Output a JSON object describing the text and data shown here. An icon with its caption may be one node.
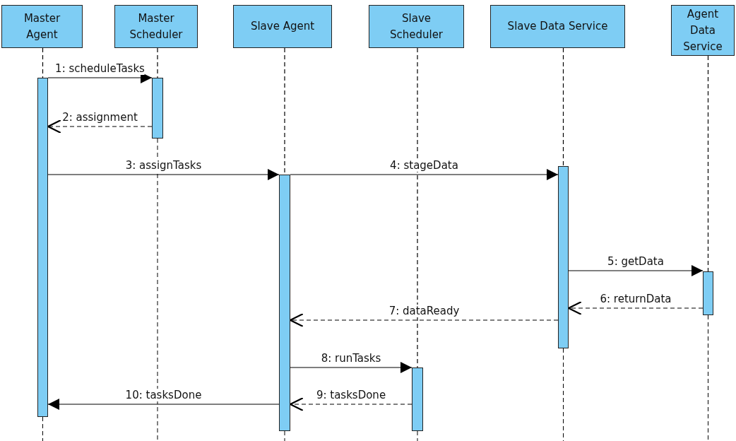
{
  "diagram": {
    "nodes": [
      {
        "text": [
          "Master Agent"
        ]
      },
      {
        "text": [
          "Master Scheduler"
        ]
      },
      {
        "text": [
          "Slave Agent"
        ]
      },
      {
        "text": [
          "Slave Scheduler"
        ]
      },
      {
        "text": [
          "Slave Data Service"
        ]
      },
      {
        "text": [
          "Agent Data Service"
        ]
      },
      {
        "text": [],
        "shape": "bar"
      },
      {
        "text": [],
        "shape": "bar"
      },
      {
        "text": [],
        "shape": "bar"
      },
      {
        "text": [],
        "shape": "bar"
      },
      {
        "text": [],
        "shape": "bar"
      },
      {
        "text": [],
        "shape": "bar"
      }
    ],
    "edges": [
      {
        "from": 6,
        "to": 7,
        "arrow": "to",
        "label": "1: scheduleTasks"
      },
      {
        "from": 7,
        "to": 6,
        "arrow": "to",
        "label": "2: assignment",
        "style": "dashed"
      },
      {
        "from": 6,
        "to": 8,
        "arrow": "to",
        "label": "3: assignTasks"
      },
      {
        "from": 8,
        "to": 10,
        "arrow": "to",
        "label": "4: stageData"
      },
      {
        "from": 10,
        "to": 11,
        "arrow": "to",
        "label": "5: getData"
      },
      {
        "from": 11,
        "to": 10,
        "arrow": "to",
        "label": "6: returnData",
        "style": "dashed"
      },
      {
        "from": 10,
        "to": 8,
        "arrow": "to",
        "label": "7: dataReady",
        "style": "dashed"
      },
      {
        "from": 8,
        "to": 9,
        "arrow": "to",
        "label": "8: runTasks"
      },
      {
        "from": 9,
        "to": 8,
        "arrow": "to",
        "label": "9: tasksDone",
        "style": "dashed"
      },
      {
        "from": 8,
        "to": 6,
        "arrow": "to",
        "label": "10: tasksDone"
      },
      {
        "from": 0,
        "to": 6,
        "arrow": "none",
        "style": "dashed"
      },
      {
        "from": 1,
        "to": 7,
        "arrow": "none",
        "style": "dashed"
      },
      {
        "from": 2,
        "to": 8,
        "arrow": "none",
        "style": "dashed"
      },
      {
        "from": 3,
        "to": 9,
        "arrow": "none",
        "style": "dashed"
      },
      {
        "from": 4,
        "to": 10,
        "arrow": "none",
        "style": "dashed"
      },
      {
        "from": 5,
        "to": 11,
        "arrow": "none",
        "style": "dashed"
      }
    ]
  }
}
